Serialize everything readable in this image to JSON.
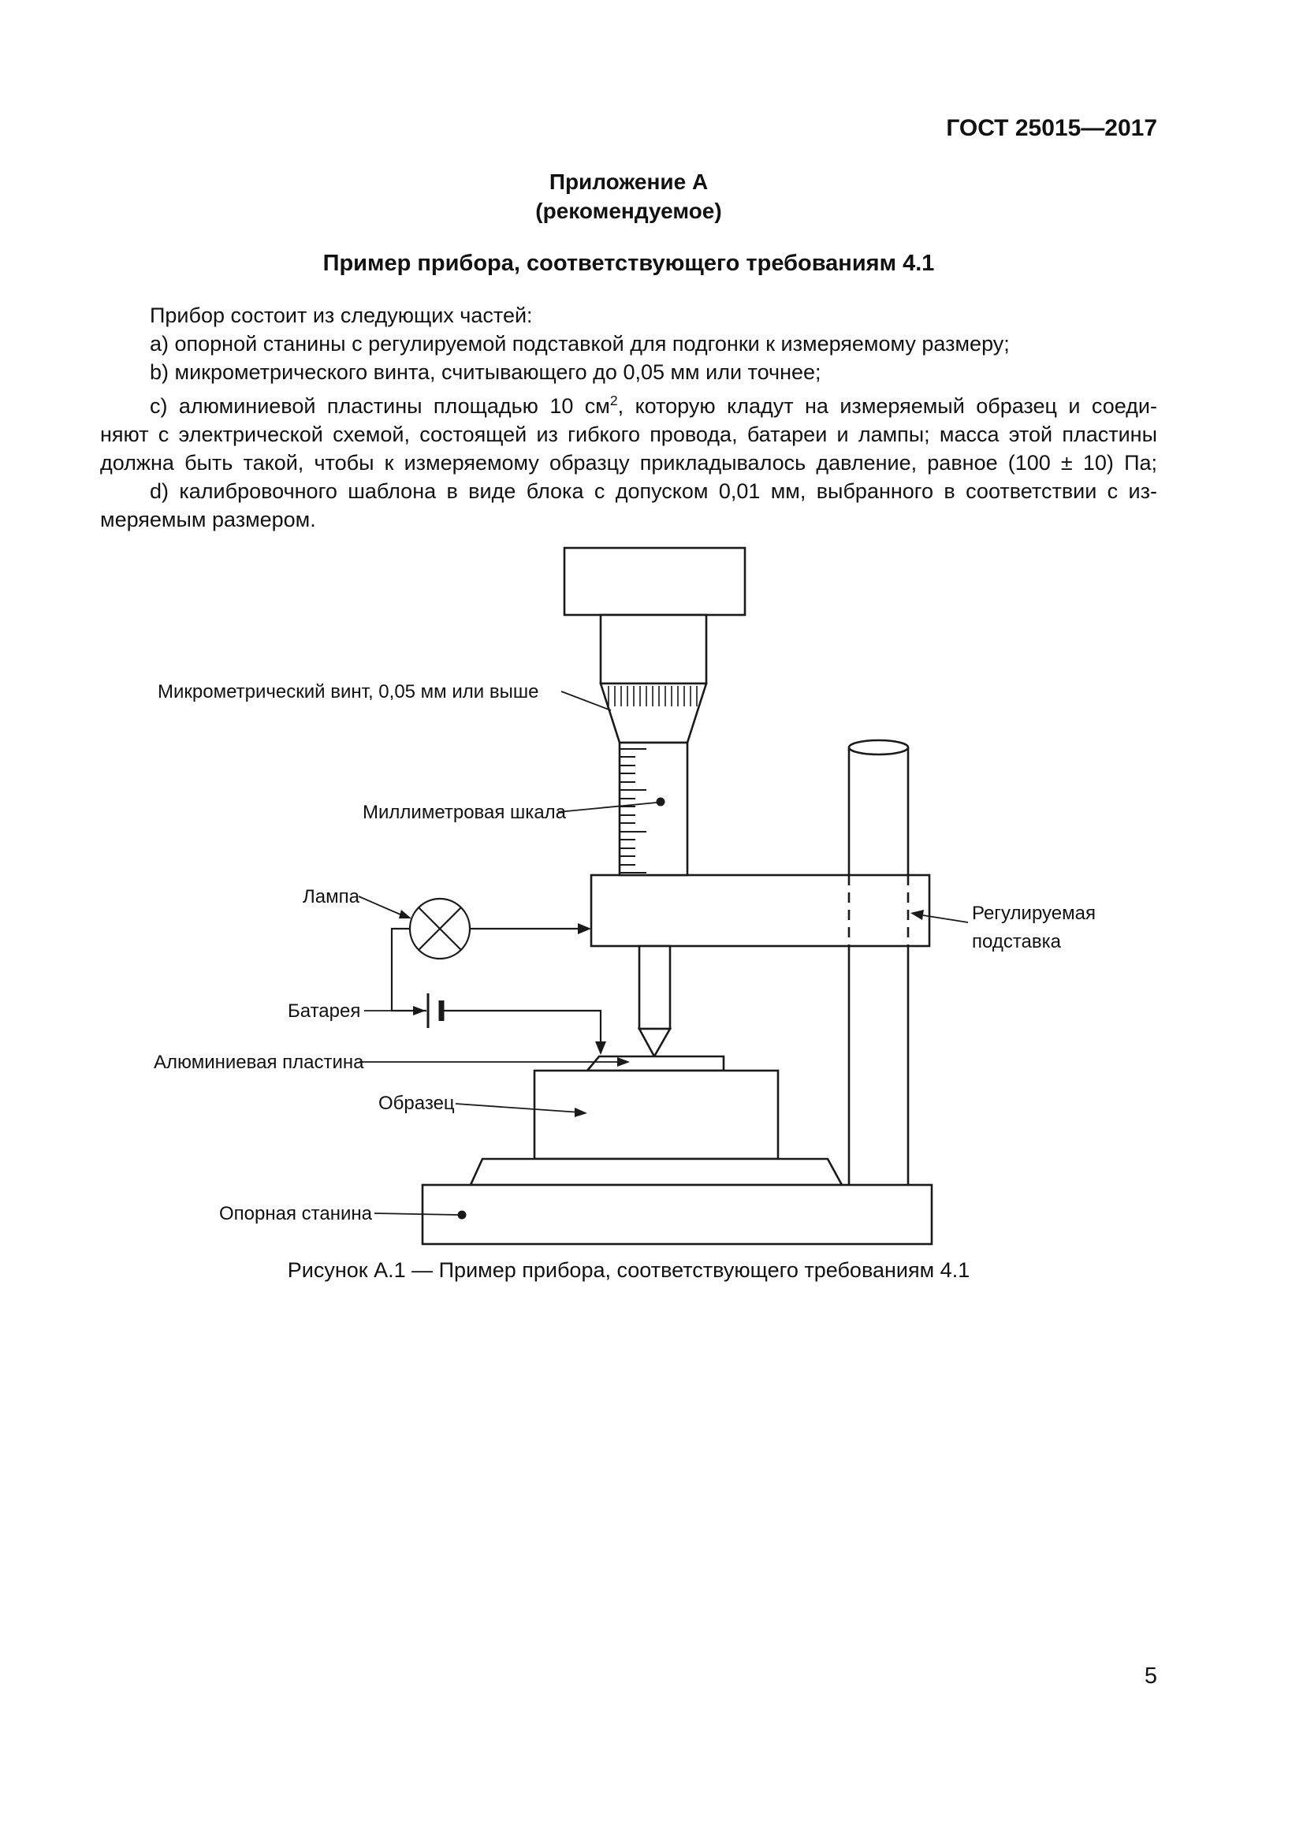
{
  "colors": {
    "ink": "#1a1a1a",
    "paper": "#ffffff"
  },
  "page": {
    "header": "ГОСТ 25015—2017",
    "page_number": "5"
  },
  "appendix": {
    "label": "Приложение А",
    "sublabel": "(рекомендуемое)",
    "title": "Пример прибора, соответствующего требованиям 4.1"
  },
  "body": {
    "intro": "Прибор состоит из следующих частей:",
    "item_a": "a) опорной станины с регулируемой подставкой для подгонки к измеряемому размеру;",
    "item_b": "b) микрометрического винта, считывающего до 0,05 мм или точнее;",
    "item_c_pre": "c) алюминиевой пластины площадью 10 см",
    "item_c_sup": "2",
    "item_c_post": ", которую кладут на измеряемый образец и соеди-",
    "item_c_line2": "няют с электрической схемой, состоящей из гибкого провода, батареи и лампы; масса этой пластины",
    "item_c_line3": "должна быть такой, чтобы к измеряемому образцу прикладывалось давление, равное (100 ± 10) Па;",
    "item_d_line1": "d) калибровочного шаблона в виде блока с допуском 0,01 мм, выбранного в соответствии с из-",
    "item_d_line2": "меряемым размером."
  },
  "figure": {
    "caption": "Рисунок А.1 — Пример прибора, соответствующего требованиям 4.1",
    "labels": {
      "micrometer_screw": "Микрометрический винт, 0,05 мм или выше",
      "millimeter_scale": "Миллиметровая шкала",
      "lamp": "Лампа",
      "adjustable_stand_1": "Регулируемая",
      "adjustable_stand_2": "подставка",
      "battery": "Батарея",
      "aluminum_plate": "Алюминиевая пластина",
      "sample": "Образец",
      "support_base": "Опорная станина"
    }
  }
}
